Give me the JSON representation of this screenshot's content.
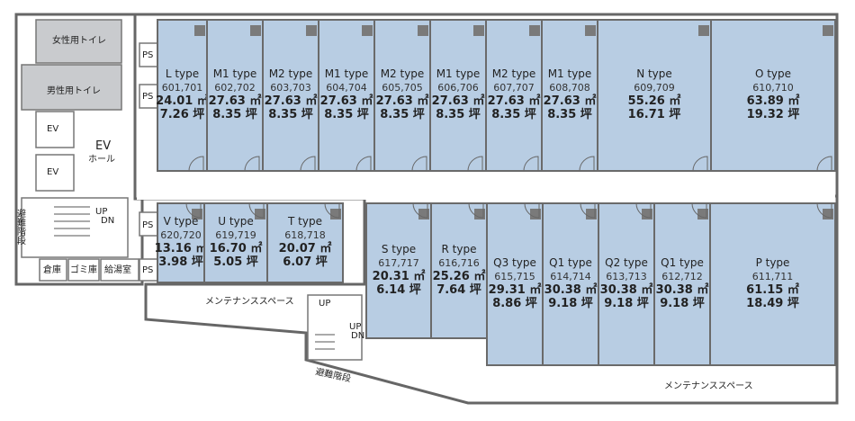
{
  "labels": {
    "women_toilet": "女性用トイレ",
    "men_toilet": "男性用トイレ",
    "ev": "EV",
    "ev_hall_1": "EV",
    "ev_hall_2": "ホール",
    "ps": "PS",
    "storage": "倉庫",
    "trash": "ゴミ庫",
    "kitchenette": "給湯室",
    "maintenance": "メンテナンススペース",
    "up": "UP",
    "dn": "DN",
    "emergency_stairs": "避難階段"
  },
  "rooms": [
    {
      "type": "L type",
      "no": "601,701",
      "area": "24.01 ㎡",
      "tsubo": "7.26 坪"
    },
    {
      "type": "M1 type",
      "no": "602,702",
      "area": "27.63 ㎡",
      "tsubo": "8.35 坪"
    },
    {
      "type": "M2 type",
      "no": "603,703",
      "area": "27.63 ㎡",
      "tsubo": "8.35 坪"
    },
    {
      "type": "M1 type",
      "no": "604,704",
      "area": "27.63 ㎡",
      "tsubo": "8.35 坪"
    },
    {
      "type": "M2 type",
      "no": "605,705",
      "area": "27.63 ㎡",
      "tsubo": "8.35 坪"
    },
    {
      "type": "M1 type",
      "no": "606,706",
      "area": "27.63 ㎡",
      "tsubo": "8.35 坪"
    },
    {
      "type": "M2 type",
      "no": "607,707",
      "area": "27.63 ㎡",
      "tsubo": "8.35 坪"
    },
    {
      "type": "M1 type",
      "no": "608,708",
      "area": "27.63 ㎡",
      "tsubo": "8.35 坪"
    },
    {
      "type": "N type",
      "no": "609,709",
      "area": "55.26 ㎡",
      "tsubo": "16.71 坪"
    },
    {
      "type": "O type",
      "no": "610,710",
      "area": "63.89 ㎡",
      "tsubo": "19.32 坪"
    },
    {
      "type": "V type",
      "no": "620,720",
      "area": "13.16 ㎡",
      "tsubo": "3.98 坪"
    },
    {
      "type": "U type",
      "no": "619,719",
      "area": "16.70 ㎡",
      "tsubo": "5.05 坪"
    },
    {
      "type": "T type",
      "no": "618,718",
      "area": "20.07 ㎡",
      "tsubo": "6.07 坪"
    },
    {
      "type": "S type",
      "no": "617,717",
      "area": "20.31 ㎡",
      "tsubo": "6.14 坪"
    },
    {
      "type": "R type",
      "no": "616,716",
      "area": "25.26 ㎡",
      "tsubo": "7.64 坪"
    },
    {
      "type": "Q3 type",
      "no": "615,715",
      "area": "29.31 ㎡",
      "tsubo": "8.86 坪"
    },
    {
      "type": "Q1 type",
      "no": "614,714",
      "area": "30.38 ㎡",
      "tsubo": "9.18 坪"
    },
    {
      "type": "Q2 type",
      "no": "613,713",
      "area": "30.38 ㎡",
      "tsubo": "9.18 坪"
    },
    {
      "type": "Q1 type",
      "no": "612,712",
      "area": "30.38 ㎡",
      "tsubo": "9.18 坪"
    },
    {
      "type": "P type",
      "no": "611,711",
      "area": "61.15 ㎡",
      "tsubo": "18.49 坪"
    }
  ]
}
